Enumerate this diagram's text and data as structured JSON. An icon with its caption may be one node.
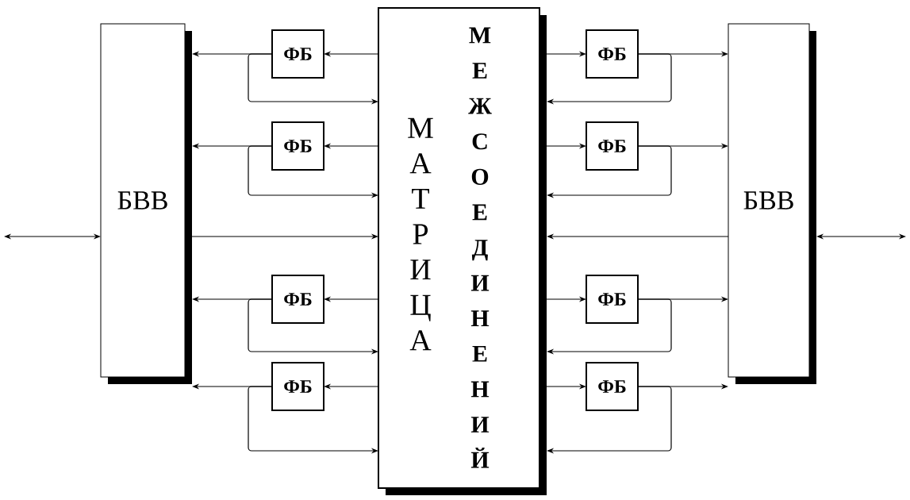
{
  "diagram": {
    "nodes": [
      {
        "text": [
          "БВВ"
        ]
      },
      {
        "text": [
          "ФБ"
        ]
      },
      {
        "text": [
          "ФБ"
        ]
      },
      {
        "text": [
          "ФБ"
        ]
      },
      {
        "text": [
          "ФБ"
        ]
      },
      {
        "text": [
          "МАТРИЦА",
          "МЕЖСОЕДИНЕНИЙ"
        ]
      },
      {
        "text": [
          "ФБ"
        ]
      },
      {
        "text": [
          "ФБ"
        ]
      },
      {
        "text": [
          "ФБ"
        ]
      },
      {
        "text": [
          "ФБ"
        ]
      },
      {
        "text": [
          "БВВ"
        ]
      }
    ],
    "edges": [
      {
        "from": null,
        "to": 0,
        "arrow": "both"
      },
      {
        "from": 5,
        "to": 1,
        "arrow": "to"
      },
      {
        "from": 1,
        "to": 0,
        "arrow": "to"
      },
      {
        "from": 1,
        "to": 5,
        "arrow": "to"
      },
      {
        "from": 5,
        "to": 2,
        "arrow": "to"
      },
      {
        "from": 2,
        "to": 0,
        "arrow": "to"
      },
      {
        "from": 2,
        "to": 5,
        "arrow": "to"
      },
      {
        "from": 0,
        "to": 5,
        "arrow": "to"
      },
      {
        "from": 5,
        "to": 3,
        "arrow": "to"
      },
      {
        "from": 3,
        "to": 0,
        "arrow": "to"
      },
      {
        "from": 3,
        "to": 5,
        "arrow": "to"
      },
      {
        "from": 5,
        "to": 4,
        "arrow": "to"
      },
      {
        "from": 4,
        "to": 0,
        "arrow": "to"
      },
      {
        "from": 4,
        "to": 5,
        "arrow": "to"
      },
      {
        "from": 5,
        "to": 6,
        "arrow": "to"
      },
      {
        "from": 6,
        "to": 10,
        "arrow": "to"
      },
      {
        "from": 6,
        "to": 5,
        "arrow": "to"
      },
      {
        "from": 5,
        "to": 7,
        "arrow": "to"
      },
      {
        "from": 7,
        "to": 10,
        "arrow": "to"
      },
      {
        "from": 7,
        "to": 5,
        "arrow": "to"
      },
      {
        "from": 10,
        "to": 5,
        "arrow": "to"
      },
      {
        "from": 5,
        "to": 8,
        "arrow": "to"
      },
      {
        "from": 8,
        "to": 10,
        "arrow": "to"
      },
      {
        "from": 8,
        "to": 5,
        "arrow": "to"
      },
      {
        "from": 5,
        "to": 9,
        "arrow": "to"
      },
      {
        "from": 9,
        "to": 10,
        "arrow": "to"
      },
      {
        "from": 9,
        "to": 5,
        "arrow": "to"
      },
      {
        "from": null,
        "to": 10,
        "arrow": "both"
      }
    ]
  }
}
